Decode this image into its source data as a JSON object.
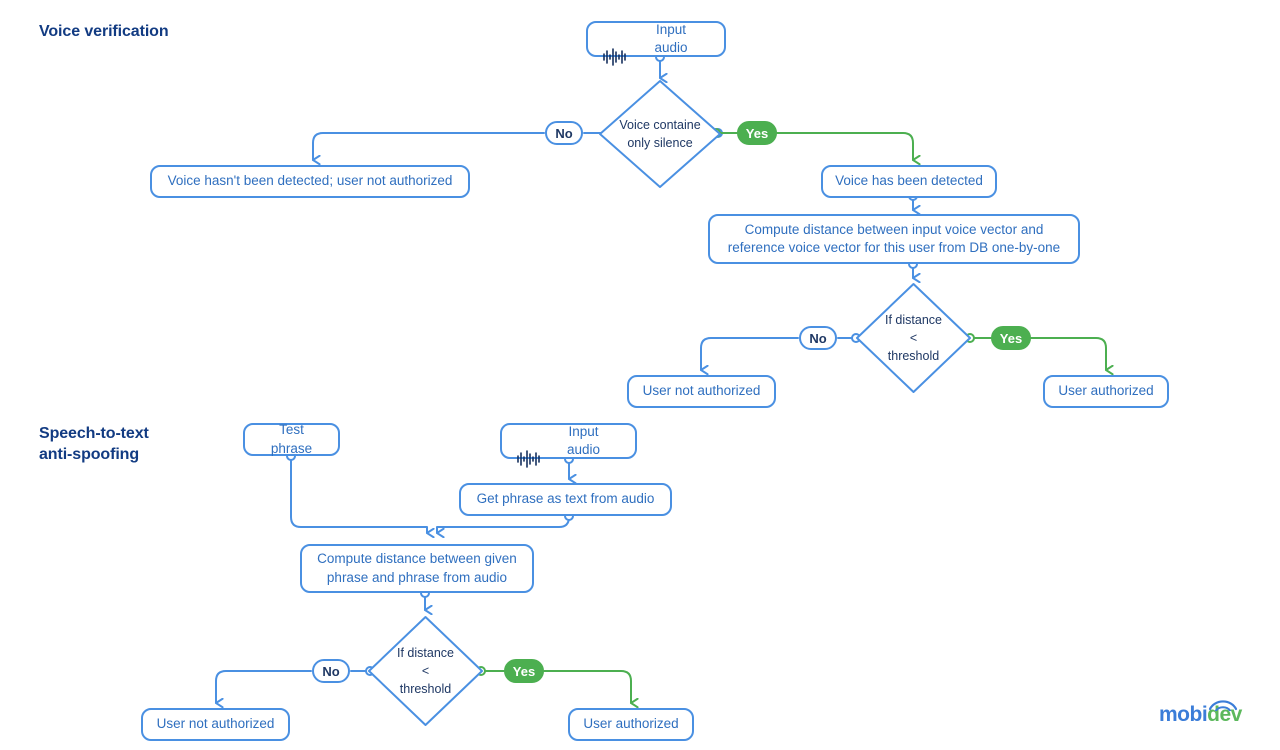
{
  "meta": {
    "colors": {
      "blue_line": "#4a90e2",
      "green_line": "#4caf50",
      "node_text": "#2f6fbf",
      "title": "#123b82",
      "diamond_text": "#1f3864",
      "logo_blue": "#3b7dd8",
      "logo_green": "#5cb85c",
      "background": "#ffffff"
    }
  },
  "sections": [
    {
      "id": "voice-verification",
      "title": "Voice verification"
    },
    {
      "id": "speech-to-text-anti-spoofing",
      "title": "Speech-to-text\nanti-spoofing"
    }
  ],
  "flow_voice_verification": {
    "input_audio": {
      "label": "Input audio",
      "icon": "audio-waveform-icon"
    },
    "decision_silence": {
      "label": "Voice containe\nonly silence"
    },
    "branch_no": {
      "label": "No"
    },
    "branch_yes": {
      "label": "Yes"
    },
    "not_detected": {
      "label": "Voice hasn't been detected; user not authorized"
    },
    "detected": {
      "label": "Voice has been detected"
    },
    "compute_distance": {
      "label": "Compute distance between input voice vector and\nreference voice vector for this user from DB one-by-one"
    },
    "decision_threshold": {
      "label": "If distance\n<\nthreshold"
    },
    "threshold_no": {
      "label": "No"
    },
    "threshold_yes": {
      "label": "Yes"
    },
    "user_not_authorized": {
      "label": "User not authorized"
    },
    "user_authorized": {
      "label": "User authorized"
    }
  },
  "flow_anti_spoofing": {
    "test_phrase": {
      "label": "Test phrase"
    },
    "input_audio": {
      "label": "Input audio",
      "icon": "audio-waveform-icon"
    },
    "get_phrase": {
      "label": "Get phrase as text from audio"
    },
    "compute_distance": {
      "label": "Compute distance between given\nphrase and phrase from audio"
    },
    "decision_threshold": {
      "label": "If distance\n<\nthreshold"
    },
    "threshold_no": {
      "label": "No"
    },
    "threshold_yes": {
      "label": "Yes"
    },
    "user_not_authorized": {
      "label": "User not authorized"
    },
    "user_authorized": {
      "label": "User authorized"
    }
  },
  "branding": {
    "logo_first": "mobi",
    "logo_second": "dev"
  }
}
